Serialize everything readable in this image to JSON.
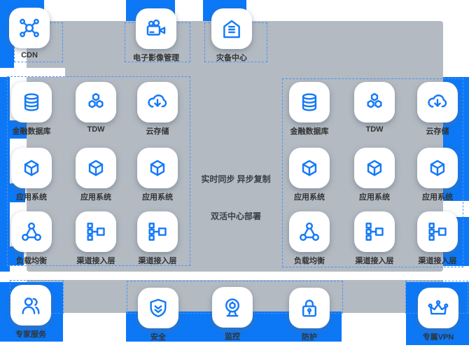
{
  "colors": {
    "background_blue": "#0c78f6",
    "panel_gray": "#b3bac2",
    "icon_blue": "#1479f7",
    "label_text": "#333333",
    "dashed_border": "#4b93f8",
    "card_white": "#ffffff"
  },
  "top_row": [
    {
      "icon": "cdn-network-icon",
      "label": "CDN"
    },
    {
      "icon": "video-camera-icon",
      "label": "电子影像管理"
    },
    {
      "icon": "disaster-recovery-house-icon",
      "label": "灾备中心"
    }
  ],
  "left_grid": {
    "items": [
      {
        "icon": "database-icon",
        "label": "金融数据库"
      },
      {
        "icon": "hexagon-cluster-icon",
        "label": "TDW"
      },
      {
        "icon": "cloud-download-icon",
        "label": "云存储"
      },
      {
        "icon": "cube-icon",
        "label": "应用系统"
      },
      {
        "icon": "cube-icon",
        "label": "应用系统"
      },
      {
        "icon": "cube-icon",
        "label": "应用系统"
      },
      {
        "icon": "load-balancer-icon",
        "label": "负载均衡"
      },
      {
        "icon": "channel-tree-icon",
        "label": "渠道接入层"
      },
      {
        "icon": "channel-tree-icon",
        "label": "渠道接入层"
      }
    ]
  },
  "right_grid": {
    "items": [
      {
        "icon": "database-icon",
        "label": "金融数据库"
      },
      {
        "icon": "hexagon-cluster-icon",
        "label": "TDW"
      },
      {
        "icon": "cloud-download-icon",
        "label": "云存储"
      },
      {
        "icon": "cube-icon",
        "label": "应用系统"
      },
      {
        "icon": "cube-icon",
        "label": "应用系统"
      },
      {
        "icon": "cube-icon",
        "label": "应用系统"
      },
      {
        "icon": "load-balancer-icon",
        "label": "负载均衡"
      },
      {
        "icon": "channel-tree-icon",
        "label": "渠道接入层"
      },
      {
        "icon": "channel-tree-icon",
        "label": "渠道接入层"
      }
    ]
  },
  "center_annotations": {
    "sync_label": "实时同步 异步复制",
    "deploy_label": "双活中心部署"
  },
  "bottom_row": [
    {
      "icon": "users-icon",
      "label": "专家服务"
    },
    {
      "icon": "shield-check-icon",
      "label": "安全"
    },
    {
      "icon": "webcam-icon",
      "label": "监控"
    },
    {
      "icon": "lock-icon",
      "label": "防护"
    },
    {
      "icon": "crown-icon",
      "label": "专属VPN"
    }
  ]
}
